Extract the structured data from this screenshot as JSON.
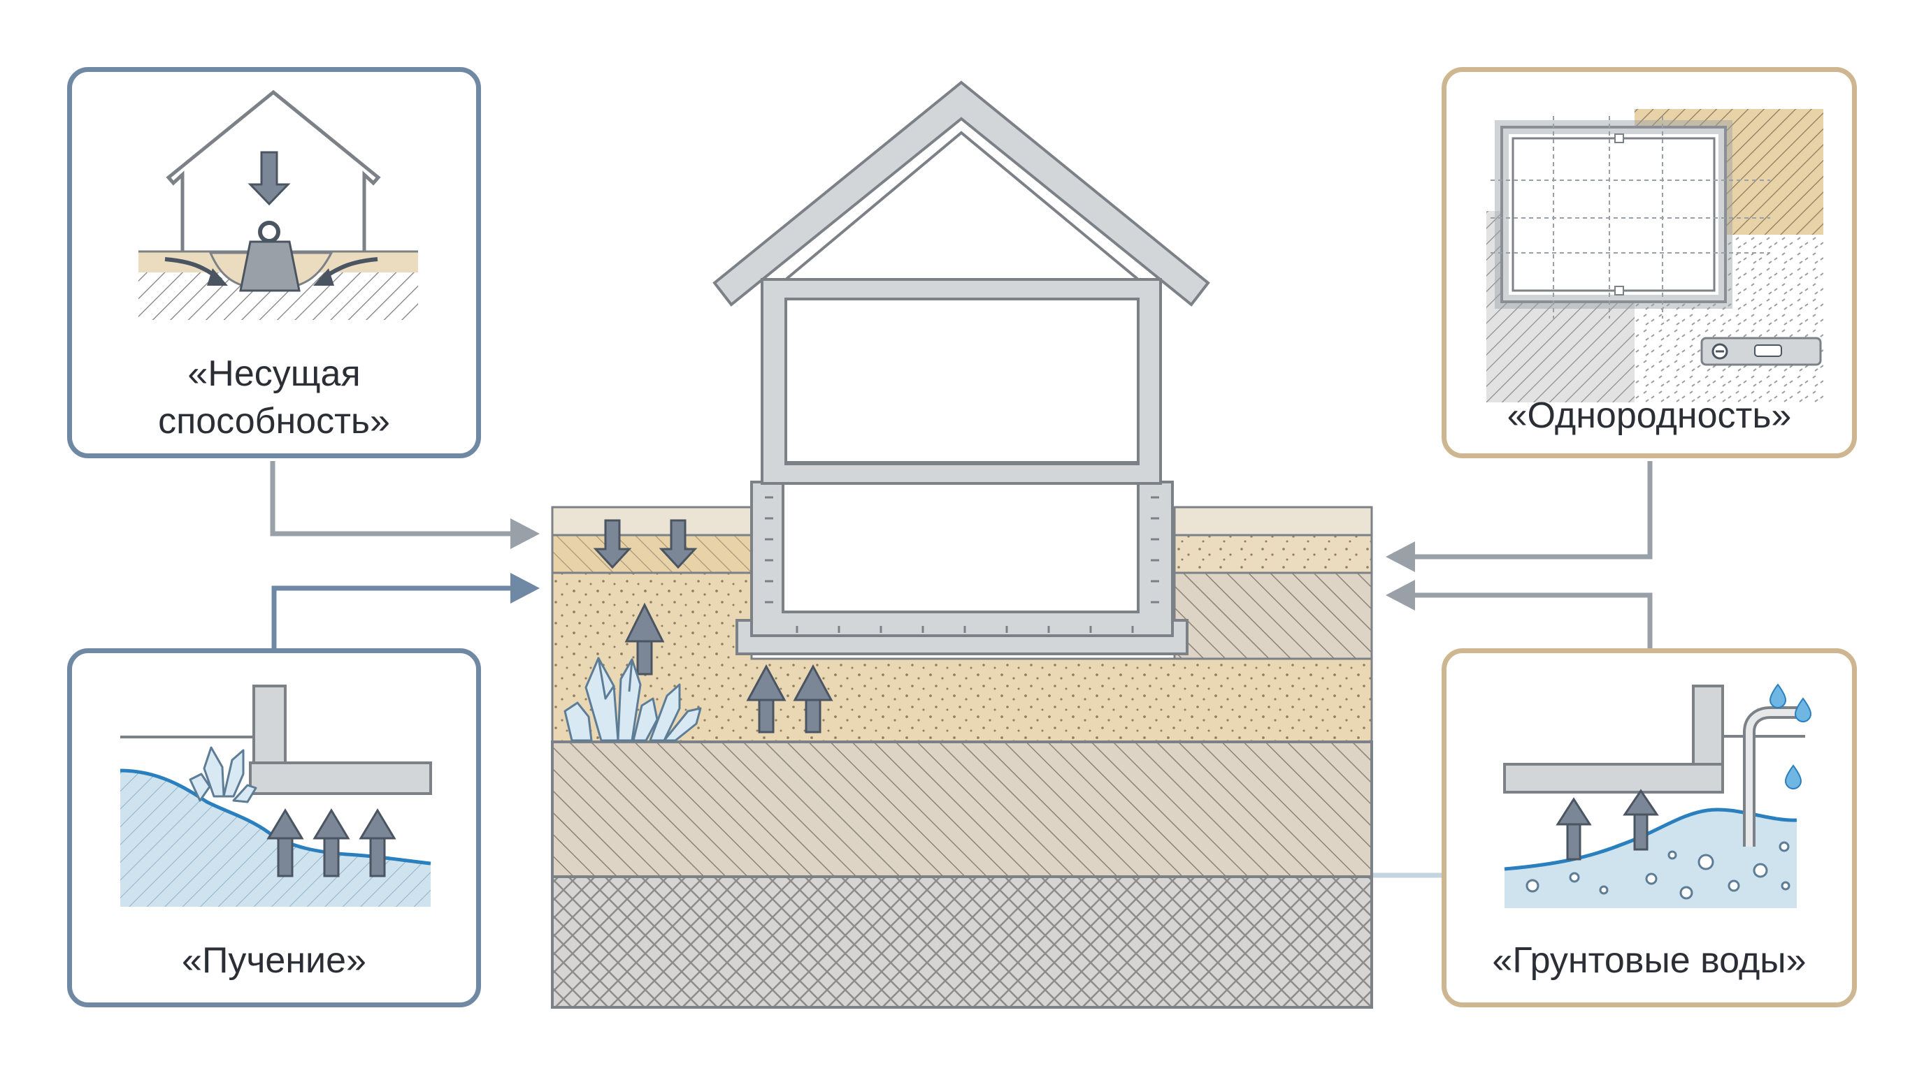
{
  "colors": {
    "blue_frame": "#6f88a4",
    "tan_frame": "#cdb690",
    "sand": "#ead8b5",
    "loam": "#ddd4c6",
    "clay": "#d5d3d1",
    "water": "#cfe3ee",
    "water_line": "#2a7fbf",
    "structure": "#d3d6d9",
    "structure_stroke": "#7c8187",
    "arrow": "#7b8797",
    "connector_gray": "#9aa0a7",
    "connector_blue": "#6f88a4"
  },
  "panels": {
    "bearing": {
      "line1": "«Несущая",
      "line2": "способность»",
      "icon": "house-weight-sinking-icon"
    },
    "heaving": {
      "line1": "«Пучение»",
      "icon": "frost-crystals-heave-icon"
    },
    "uniformity": {
      "line1": "«Однородность»",
      "icon": "plan-mixed-soil-level-icon"
    },
    "groundwater": {
      "line1": "«Грунтовые воды»",
      "icon": "pipe-water-drops-icon"
    }
  },
  "central": {
    "icon": "house-foundation-cross-section-icon"
  }
}
